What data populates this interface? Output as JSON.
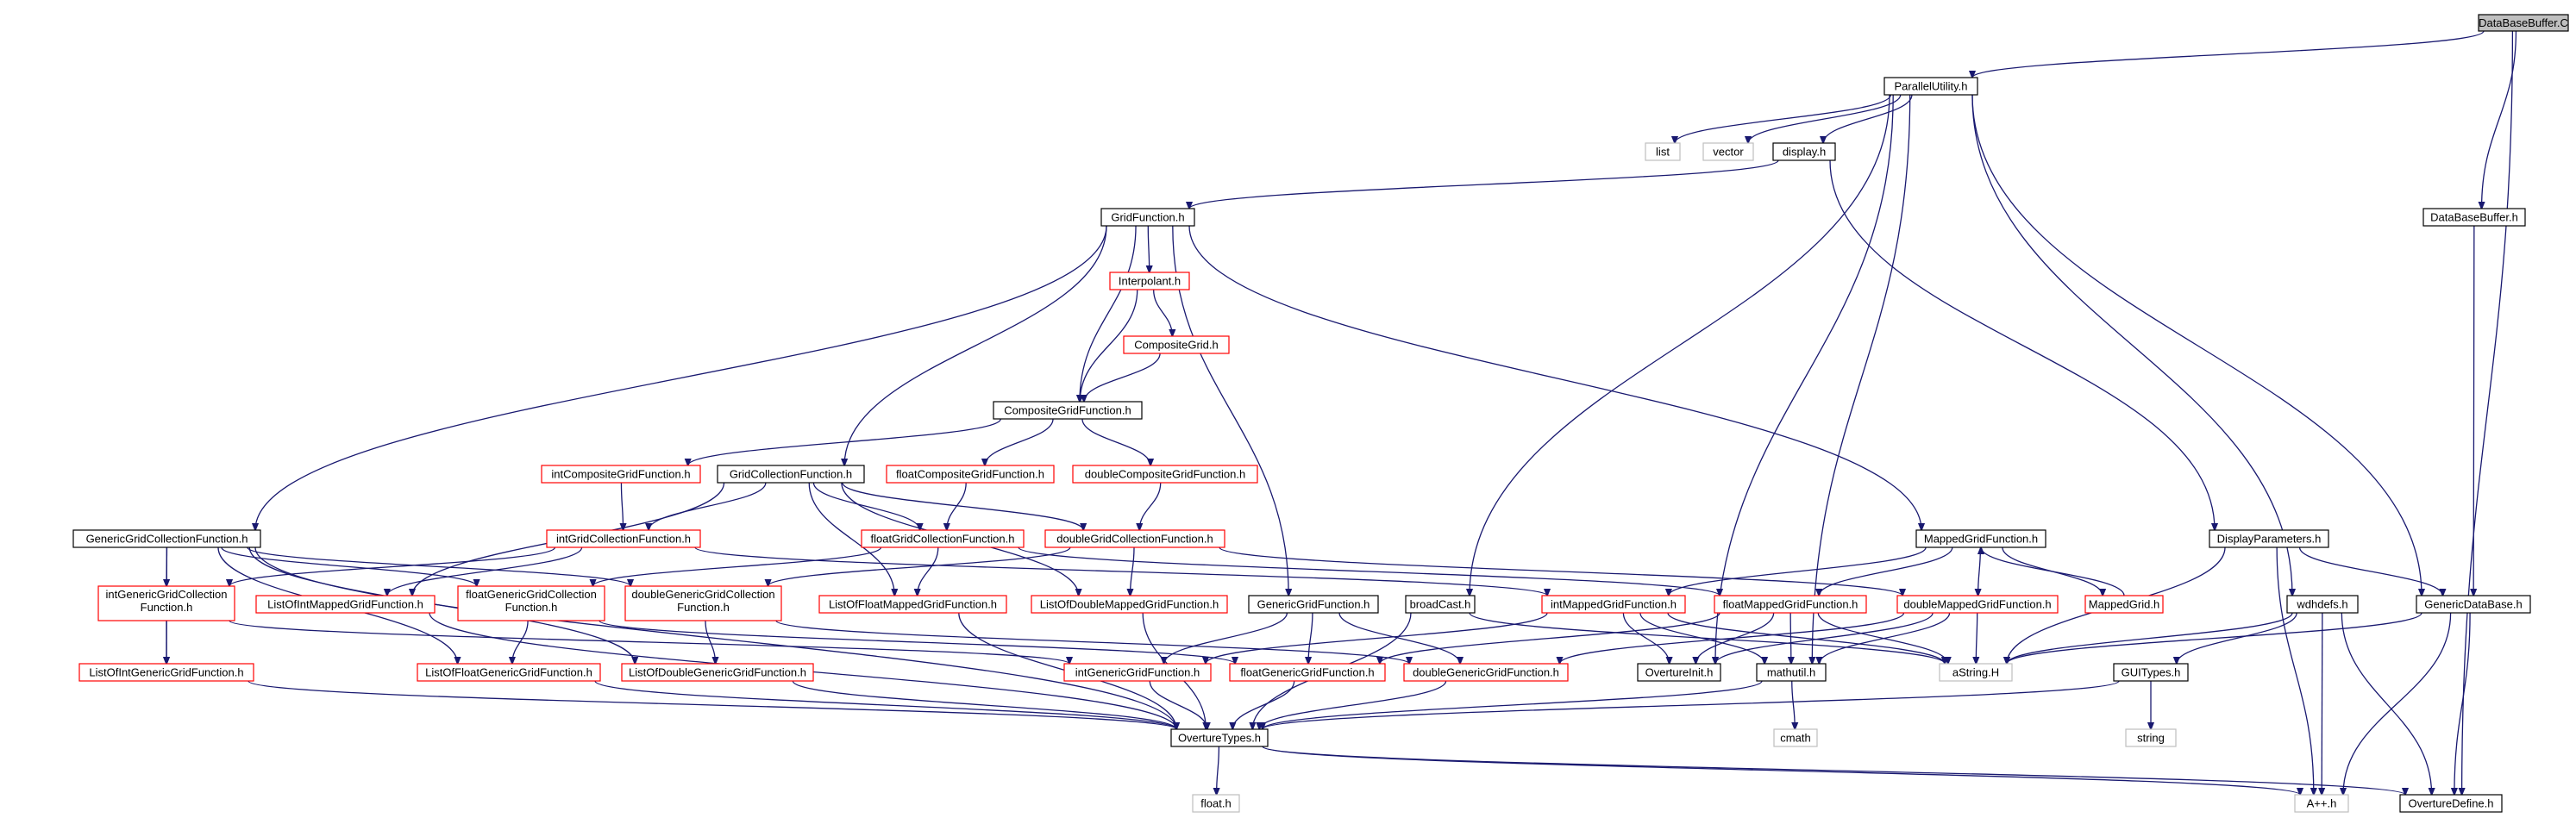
{
  "diagram": {
    "title": "",
    "colors": {
      "edge": "#191970",
      "node_border_black": "#000000",
      "node_border_red": "#ff0000",
      "node_border_gray": "#bfbfbf",
      "root_fill": "#bfbfbf",
      "node_fill": "#ffffff"
    },
    "nodes": [
      {
        "id": "root",
        "lines": [
          "DataBaseBuffer.C"
        ],
        "style": "root"
      },
      {
        "id": "parallel",
        "lines": [
          "ParallelUtility.h"
        ],
        "style": "black"
      },
      {
        "id": "list",
        "lines": [
          "list"
        ],
        "style": "gray"
      },
      {
        "id": "vector",
        "lines": [
          "vector"
        ],
        "style": "gray"
      },
      {
        "id": "display",
        "lines": [
          "display.h"
        ],
        "style": "black"
      },
      {
        "id": "dbbufh",
        "lines": [
          "DataBaseBuffer.h"
        ],
        "style": "black"
      },
      {
        "id": "gridfunc",
        "lines": [
          "GridFunction.h"
        ],
        "style": "black"
      },
      {
        "id": "interp",
        "lines": [
          "Interpolant.h"
        ],
        "style": "red"
      },
      {
        "id": "compgrid",
        "lines": [
          "CompositeGrid.h"
        ],
        "style": "red"
      },
      {
        "id": "compgridfunc",
        "lines": [
          "CompositeGridFunction.h"
        ],
        "style": "black"
      },
      {
        "id": "intcomp",
        "lines": [
          "intCompositeGridFunction.h"
        ],
        "style": "red"
      },
      {
        "id": "floatcomp",
        "lines": [
          "floatCompositeGridFunction.h"
        ],
        "style": "red"
      },
      {
        "id": "doublecomp",
        "lines": [
          "doubleCompositeGridFunction.h"
        ],
        "style": "red"
      },
      {
        "id": "gridcoll",
        "lines": [
          "GridCollectionFunction.h"
        ],
        "style": "black"
      },
      {
        "id": "genericcoll",
        "lines": [
          "GenericGridCollectionFunction.h"
        ],
        "style": "black"
      },
      {
        "id": "intgridcoll",
        "lines": [
          "intGridCollectionFunction.h"
        ],
        "style": "red"
      },
      {
        "id": "floatgridcoll",
        "lines": [
          "floatGridCollectionFunction.h"
        ],
        "style": "red"
      },
      {
        "id": "doublegridcoll",
        "lines": [
          "doubleGridCollectionFunction.h"
        ],
        "style": "red"
      },
      {
        "id": "mappedgf",
        "lines": [
          "MappedGridFunction.h"
        ],
        "style": "black"
      },
      {
        "id": "displayparams",
        "lines": [
          "DisplayParameters.h"
        ],
        "style": "black"
      },
      {
        "id": "intgenericcoll",
        "lines": [
          "intGenericGridCollection",
          "Function.h"
        ],
        "style": "red"
      },
      {
        "id": "listintmapped",
        "lines": [
          "ListOfIntMappedGridFunction.h"
        ],
        "style": "red"
      },
      {
        "id": "floatgenericcoll",
        "lines": [
          "floatGenericGridCollection",
          "Function.h"
        ],
        "style": "red"
      },
      {
        "id": "doublegenericcoll",
        "lines": [
          "doubleGenericGridCollection",
          "Function.h"
        ],
        "style": "red"
      },
      {
        "id": "listfloatmapped",
        "lines": [
          "ListOfFloatMappedGridFunction.h"
        ],
        "style": "red"
      },
      {
        "id": "listdoublemapped",
        "lines": [
          "ListOfDoubleMappedGridFunction.h"
        ],
        "style": "red"
      },
      {
        "id": "genericgf",
        "lines": [
          "GenericGridFunction.h"
        ],
        "style": "black"
      },
      {
        "id": "broadcast",
        "lines": [
          "broadCast.h"
        ],
        "style": "black"
      },
      {
        "id": "intmapped",
        "lines": [
          "intMappedGridFunction.h"
        ],
        "style": "red"
      },
      {
        "id": "floatmapped",
        "lines": [
          "floatMappedGridFunction.h"
        ],
        "style": "red"
      },
      {
        "id": "doublemapped",
        "lines": [
          "doubleMappedGridFunction.h"
        ],
        "style": "red"
      },
      {
        "id": "mappedgrid",
        "lines": [
          "MappedGrid.h"
        ],
        "style": "red"
      },
      {
        "id": "wdhdefs",
        "lines": [
          "wdhdefs.h"
        ],
        "style": "black"
      },
      {
        "id": "genericdb",
        "lines": [
          "GenericDataBase.h"
        ],
        "style": "black"
      },
      {
        "id": "listintgeneric",
        "lines": [
          "ListOfIntGenericGridFunction.h"
        ],
        "style": "red"
      },
      {
        "id": "listfloatgeneric",
        "lines": [
          "ListOfFloatGenericGridFunction.h"
        ],
        "style": "red"
      },
      {
        "id": "listdoublegeneric",
        "lines": [
          "ListOfDoubleGenericGridFunction.h"
        ],
        "style": "red"
      },
      {
        "id": "intgeneric",
        "lines": [
          "intGenericGridFunction.h"
        ],
        "style": "red"
      },
      {
        "id": "floatgeneric",
        "lines": [
          "floatGenericGridFunction.h"
        ],
        "style": "red"
      },
      {
        "id": "doublegeneric",
        "lines": [
          "doubleGenericGridFunction.h"
        ],
        "style": "red"
      },
      {
        "id": "overtureinit",
        "lines": [
          "OvertureInit.h"
        ],
        "style": "black"
      },
      {
        "id": "mathutil",
        "lines": [
          "mathutil.h"
        ],
        "style": "black"
      },
      {
        "id": "astring",
        "lines": [
          "aString.H"
        ],
        "style": "gray"
      },
      {
        "id": "guitypes",
        "lines": [
          "GUITypes.h"
        ],
        "style": "black"
      },
      {
        "id": "cmath",
        "lines": [
          "cmath"
        ],
        "style": "gray"
      },
      {
        "id": "string",
        "lines": [
          "string"
        ],
        "style": "gray"
      },
      {
        "id": "overturetypes",
        "lines": [
          "OvertureTypes.h"
        ],
        "style": "black"
      },
      {
        "id": "float",
        "lines": [
          "float.h"
        ],
        "style": "gray"
      },
      {
        "id": "app",
        "lines": [
          "A++.h"
        ],
        "style": "gray"
      },
      {
        "id": "overturedefine",
        "lines": [
          "OvertureDefine.h"
        ],
        "style": "black"
      }
    ],
    "edges": [
      [
        "root",
        "parallel"
      ],
      [
        "root",
        "dbbufh"
      ],
      [
        "root",
        "overturedefine"
      ],
      [
        "parallel",
        "list"
      ],
      [
        "parallel",
        "vector"
      ],
      [
        "parallel",
        "display"
      ],
      [
        "parallel",
        "genericdb"
      ],
      [
        "parallel",
        "broadcast"
      ],
      [
        "parallel",
        "mathutil"
      ],
      [
        "parallel",
        "wdhdefs"
      ],
      [
        "parallel",
        "overtureinit"
      ],
      [
        "display",
        "gridfunc"
      ],
      [
        "display",
        "displayparams"
      ],
      [
        "dbbufh",
        "genericdb"
      ],
      [
        "gridfunc",
        "interp"
      ],
      [
        "gridfunc",
        "compgridfunc"
      ],
      [
        "gridfunc",
        "gridcoll"
      ],
      [
        "gridfunc",
        "genericcoll"
      ],
      [
        "gridfunc",
        "genericgf"
      ],
      [
        "gridfunc",
        "mappedgf"
      ],
      [
        "interp",
        "compgrid"
      ],
      [
        "interp",
        "compgridfunc"
      ],
      [
        "compgrid",
        "compgridfunc"
      ],
      [
        "compgridfunc",
        "intcomp"
      ],
      [
        "compgridfunc",
        "floatcomp"
      ],
      [
        "compgridfunc",
        "doublecomp"
      ],
      [
        "intcomp",
        "intgridcoll"
      ],
      [
        "floatcomp",
        "floatgridcoll"
      ],
      [
        "doublecomp",
        "doublegridcoll"
      ],
      [
        "gridcoll",
        "intgridcoll"
      ],
      [
        "gridcoll",
        "floatgridcoll"
      ],
      [
        "gridcoll",
        "doublegridcoll"
      ],
      [
        "gridcoll",
        "listintmapped"
      ],
      [
        "gridcoll",
        "listfloatmapped"
      ],
      [
        "gridcoll",
        "listdoublemapped"
      ],
      [
        "intgridcoll",
        "intgenericcoll"
      ],
      [
        "intgridcoll",
        "listintmapped"
      ],
      [
        "intgridcoll",
        "intmapped"
      ],
      [
        "floatgridcoll",
        "floatgenericcoll"
      ],
      [
        "floatgridcoll",
        "listfloatmapped"
      ],
      [
        "floatgridcoll",
        "floatmapped"
      ],
      [
        "doublegridcoll",
        "doublegenericcoll"
      ],
      [
        "doublegridcoll",
        "listdoublemapped"
      ],
      [
        "doublegridcoll",
        "doublemapped"
      ],
      [
        "genericcoll",
        "intgenericcoll"
      ],
      [
        "genericcoll",
        "floatgenericcoll"
      ],
      [
        "genericcoll",
        "doublegenericcoll"
      ],
      [
        "genericcoll",
        "listintgeneric"
      ],
      [
        "genericcoll",
        "listfloatgeneric"
      ],
      [
        "genericcoll",
        "listdoublegeneric"
      ],
      [
        "genericcoll",
        "overturetypes"
      ],
      [
        "intgenericcoll",
        "listintgeneric"
      ],
      [
        "intgenericcoll",
        "intgeneric"
      ],
      [
        "floatgenericcoll",
        "listfloatgeneric"
      ],
      [
        "floatgenericcoll",
        "floatgeneric"
      ],
      [
        "doublegenericcoll",
        "listdoublegeneric"
      ],
      [
        "doublegenericcoll",
        "doublegeneric"
      ],
      [
        "listintmapped",
        "overturetypes"
      ],
      [
        "listfloatmapped",
        "overturetypes"
      ],
      [
        "listdoublemapped",
        "overturetypes"
      ],
      [
        "listintgeneric",
        "overturetypes"
      ],
      [
        "listfloatgeneric",
        "overturetypes"
      ],
      [
        "listdoublegeneric",
        "overturetypes"
      ],
      [
        "mappedgf",
        "intmapped"
      ],
      [
        "mappedgf",
        "floatmapped"
      ],
      [
        "mappedgf",
        "doublemapped"
      ],
      [
        "mappedgf",
        "mappedgrid"
      ],
      [
        "mappedgrid",
        "mappedgf"
      ],
      [
        "genericgf",
        "intgeneric"
      ],
      [
        "genericgf",
        "floatgeneric"
      ],
      [
        "genericgf",
        "doublegeneric"
      ],
      [
        "intmapped",
        "intgeneric"
      ],
      [
        "intmapped",
        "overtureinit"
      ],
      [
        "intmapped",
        "mathutil"
      ],
      [
        "intmapped",
        "astring"
      ],
      [
        "floatmapped",
        "floatgeneric"
      ],
      [
        "floatmapped",
        "overtureinit"
      ],
      [
        "floatmapped",
        "mathutil"
      ],
      [
        "floatmapped",
        "astring"
      ],
      [
        "doublemapped",
        "doublegeneric"
      ],
      [
        "doublemapped",
        "overtureinit"
      ],
      [
        "doublemapped",
        "mathutil"
      ],
      [
        "doublemapped",
        "astring"
      ],
      [
        "broadcast",
        "overturetypes"
      ],
      [
        "broadcast",
        "astring"
      ],
      [
        "intgeneric",
        "overturetypes"
      ],
      [
        "floatgeneric",
        "overturetypes"
      ],
      [
        "doublegeneric",
        "overturetypes"
      ],
      [
        "mathutil",
        "cmath"
      ],
      [
        "mathutil",
        "overturetypes"
      ],
      [
        "displayparams",
        "genericdb"
      ],
      [
        "displayparams",
        "astring"
      ],
      [
        "displayparams",
        "app"
      ],
      [
        "wdhdefs",
        "guitypes"
      ],
      [
        "wdhdefs",
        "app"
      ],
      [
        "wdhdefs",
        "overturedefine"
      ],
      [
        "wdhdefs",
        "astring"
      ],
      [
        "genericdb",
        "astring"
      ],
      [
        "genericdb",
        "app"
      ],
      [
        "genericdb",
        "overturedefine"
      ],
      [
        "guitypes",
        "string"
      ],
      [
        "guitypes",
        "overturetypes"
      ],
      [
        "overturetypes",
        "float"
      ],
      [
        "overturetypes",
        "app"
      ],
      [
        "overturetypes",
        "overturedefine"
      ]
    ]
  }
}
